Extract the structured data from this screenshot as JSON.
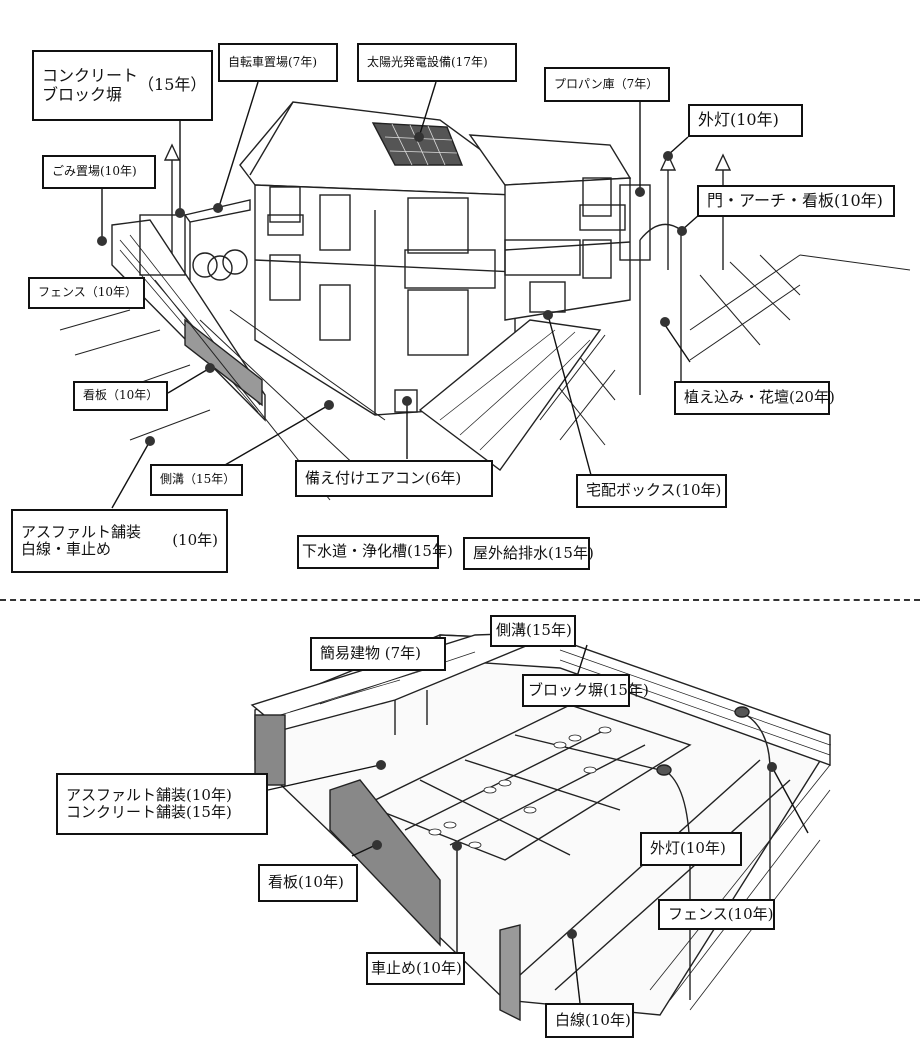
{
  "top_diagram": {
    "subject": "apartment building exterior",
    "labels": {
      "concrete_block_wall": {
        "line1": "コンクリート",
        "line2": "ブロック塀",
        "years": "（15年）"
      },
      "bicycle_parking": "自転車置場(7年)",
      "solar_power": "太陽光発電設備(17年)",
      "propane_shed": "プロパン庫（7年）",
      "outdoor_light": "外灯(10年)",
      "gate_arch_sign": "門・アーチ・看板(10年)",
      "garbage_area": "ごみ置場(10年)",
      "fence": "フェンス（10年）",
      "signboard": "看板（10年）",
      "side_ditch": "側溝（15年）",
      "builtin_aircon": "備え付けエアコン(6年)",
      "planting_flowerbed": "植え込み・花壇(20年)",
      "delivery_box": "宅配ボックス(10年)",
      "asphalt_paving": {
        "line1": "アスファルト舗装",
        "line2": "白線・車止め",
        "years": "(10年)"
      },
      "sewer_septic": "下水道・浄化槽(15年)",
      "outdoor_plumbing": "屋外給排水(15年)"
    }
  },
  "bottom_diagram": {
    "subject": "parking lot",
    "labels": {
      "simple_structure": "簡易建物 (7年)",
      "side_ditch": "側溝(15年)",
      "block_wall": "ブロック塀(15年)",
      "paving": {
        "line1": "アスファルト舗装(10年)",
        "line2": "コンクリート舗装(15年)"
      },
      "outdoor_light": "外灯(10年)",
      "signboard": "看板(10年)",
      "fence": "フェンス(10年)",
      "wheel_stopper": "車止め(10年)",
      "white_lines": "白線(10年)"
    }
  },
  "colors": {
    "ink": "#111111",
    "background": "#ffffff",
    "dot": "#333333"
  }
}
